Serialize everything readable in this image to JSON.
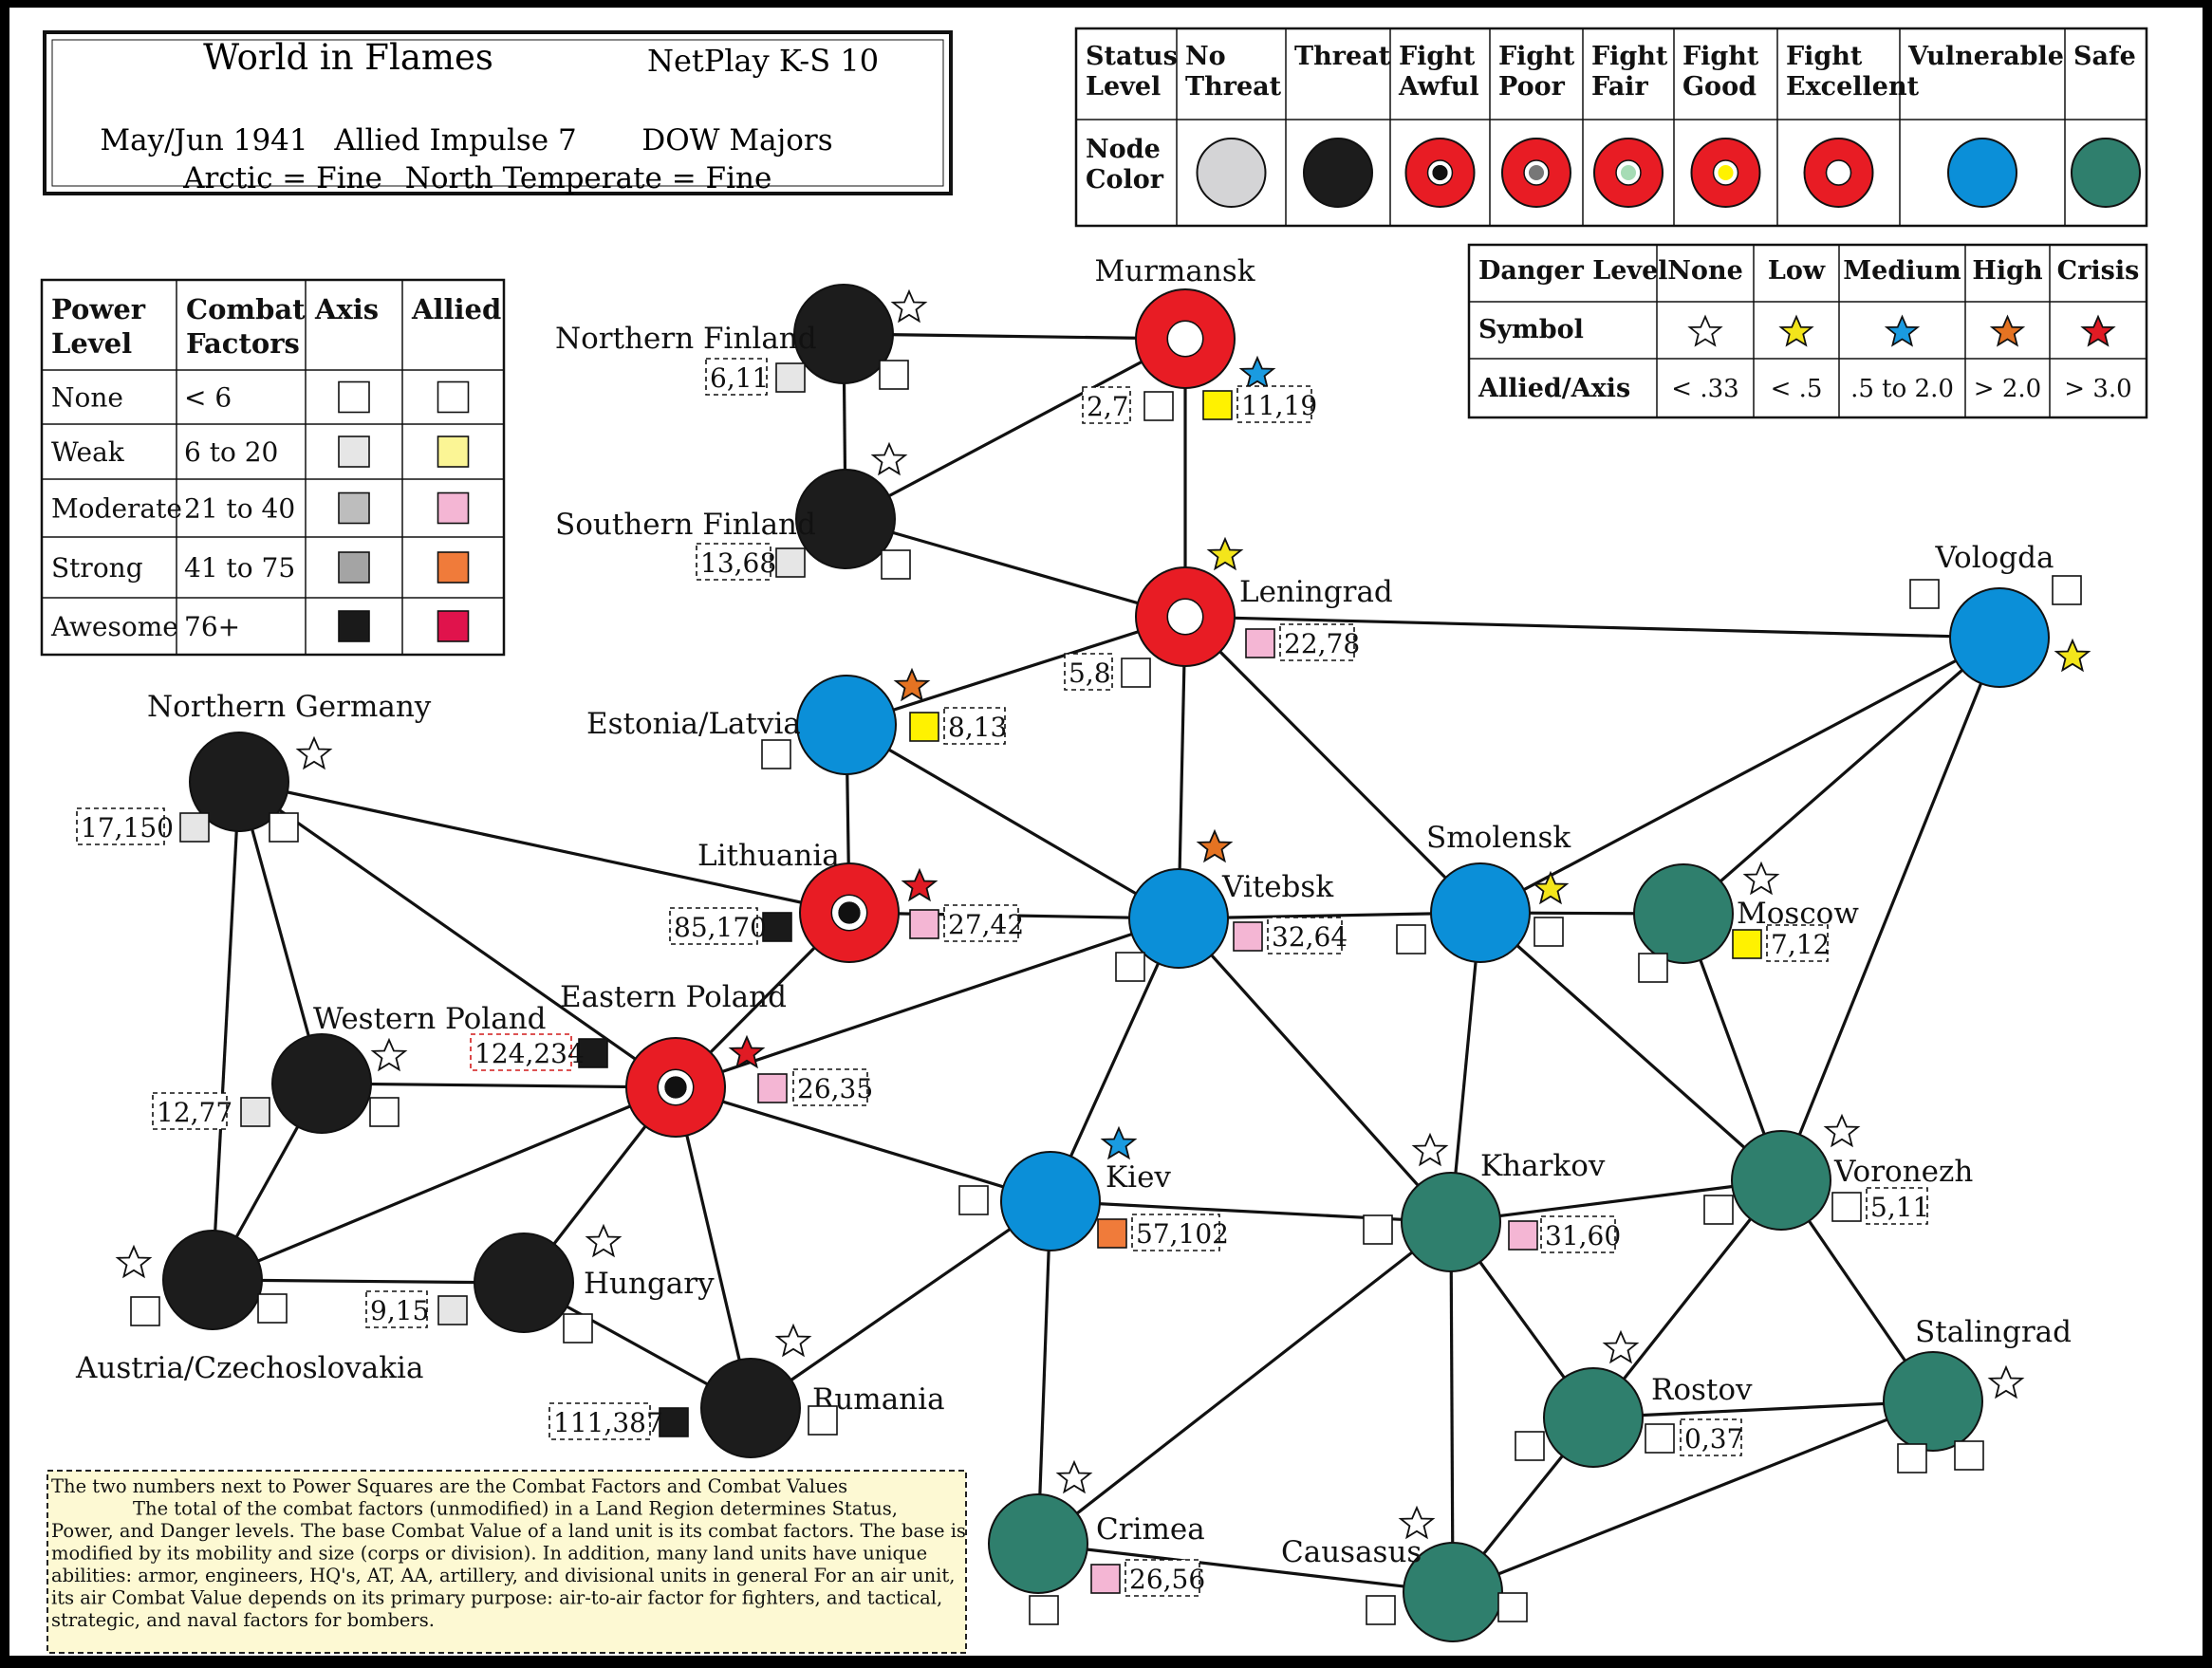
{
  "title_box": {
    "game": "World in Flames",
    "netplay": "NetPlay K-S 10",
    "date": "May/Jun 1941",
    "impulse": "Allied Impulse 7",
    "dow": "DOW Majors",
    "weather_arctic": "Arctic = Fine",
    "weather_temperate": "North Temperate = Fine"
  },
  "status_legend": {
    "row1_label": [
      "Status",
      "Level"
    ],
    "row2_label": [
      "Node",
      "Color"
    ],
    "columns": [
      {
        "label": [
          "No",
          "Threat"
        ],
        "node": "none"
      },
      {
        "label": [
          "Threat"
        ],
        "node": "threat"
      },
      {
        "label": [
          "Fight",
          "Awful"
        ],
        "node": "awful"
      },
      {
        "label": [
          "Fight",
          "Poor"
        ],
        "node": "poor"
      },
      {
        "label": [
          "Fight",
          "Fair"
        ],
        "node": "fair"
      },
      {
        "label": [
          "Fight",
          "Good"
        ],
        "node": "good"
      },
      {
        "label": [
          "Fight",
          "Excellent"
        ],
        "node": "excellent"
      },
      {
        "label": [
          "Vulnerable"
        ],
        "node": "vulnerable"
      },
      {
        "label": [
          "Safe"
        ],
        "node": "safe"
      }
    ]
  },
  "danger_legend": {
    "header": "Danger Level",
    "symbol_label": "Symbol",
    "ratio_label": "Allied/Axis",
    "columns": [
      {
        "label": "None",
        "danger": "none",
        "ratio": "< .33"
      },
      {
        "label": "Low",
        "danger": "low",
        "ratio": "< .5"
      },
      {
        "label": "Medium",
        "danger": "medium",
        "ratio": ".5 to 2.0"
      },
      {
        "label": "High",
        "danger": "high",
        "ratio": "> 2.0"
      },
      {
        "label": "Crisis",
        "danger": "crisis",
        "ratio": "> 3.0"
      }
    ]
  },
  "power_legend": {
    "headers": [
      [
        "Power",
        "Level"
      ],
      [
        "Combat",
        "Factors"
      ],
      [
        "Axis"
      ],
      [
        "Allied"
      ]
    ],
    "rows": [
      {
        "level": "None",
        "factors": "< 6",
        "axis": "none",
        "allied": "none"
      },
      {
        "level": "Weak",
        "factors": "6 to 20",
        "axis": "weak",
        "allied": "weak"
      },
      {
        "level": "Moderate",
        "factors": "21 to 40",
        "axis": "moderate",
        "allied": "moderate"
      },
      {
        "level": "Strong",
        "factors": "41 to 75",
        "axis": "strong",
        "allied": "strong"
      },
      {
        "level": "Awesome",
        "factors": "76+",
        "axis": "awesome",
        "allied": "awesome"
      }
    ]
  },
  "colors": {
    "no_threat": "#d4d4d6",
    "threat_black": "#1c1c1c",
    "fight_red": "#e81c24",
    "vulnerable_blue": "#0b8fd8",
    "safe_green": "#2f7f6d",
    "star_none": "#ffffff",
    "star_low": "#f3e51b",
    "star_medium": "#1a9be0",
    "star_high": "#e57322",
    "star_crisis": "#e01b24",
    "axis_none": "#ffffff",
    "axis_weak": "#e6e6e6",
    "axis_moderate": "#bdbdbd",
    "axis_strong": "#a4a4a4",
    "axis_awesome": "#1a1a1a",
    "allied_none": "#ffffff",
    "allied_weak": "#fbf595",
    "allied_moderate": "#f4b6d4",
    "allied_strong": "#f07b3a",
    "allied_awesome": "#e0134c",
    "yellow_square": "#fff200",
    "note_bg": "#fdf9d3"
  },
  "regions": [
    {
      "id": "murmansk",
      "name": "Murmansk",
      "status": "excellent",
      "danger": "medium",
      "cv": "11,19",
      "side": "allied",
      "power": "yellow"
    },
    {
      "id": "northern-finland",
      "name": "Northern Finland",
      "status": "threat",
      "danger": "none",
      "cv": "6,11",
      "side": "axis",
      "power": "weak"
    },
    {
      "id": "southern-finland",
      "name": "Southern Finland",
      "status": "threat",
      "danger": "none",
      "cv": "13,68",
      "side": "axis",
      "power": "weak"
    },
    {
      "id": "leningrad",
      "name": "Leningrad",
      "status": "excellent",
      "danger": "low",
      "cv": "22,78",
      "side": "allied",
      "power": "moderate"
    },
    {
      "id": "murmansk-axis",
      "name": "",
      "status": "",
      "danger": "",
      "cv": "2,7",
      "side": "axis",
      "power": "none"
    },
    {
      "id": "leningrad-axis",
      "name": "",
      "status": "",
      "danger": "",
      "cv": "5,8",
      "side": "axis",
      "power": "none"
    },
    {
      "id": "vologda",
      "name": "Vologda",
      "status": "vulnerable",
      "danger": "low",
      "cv": "",
      "side": "",
      "power": ""
    },
    {
      "id": "estonia-latvia",
      "name": "Estonia/Latvia",
      "status": "vulnerable",
      "danger": "high",
      "cv": "8,13",
      "side": "allied",
      "power": "yellow"
    },
    {
      "id": "northern-germany",
      "name": "Northern Germany",
      "status": "threat",
      "danger": "none",
      "cv": "17,150",
      "side": "axis",
      "power": "weak"
    },
    {
      "id": "lithuania",
      "name": "Lithuania",
      "status": "awful",
      "danger": "crisis",
      "cv": "27,42",
      "side": "allied",
      "power": "moderate"
    },
    {
      "id": "lithuania-axis",
      "name": "",
      "status": "",
      "danger": "",
      "cv": "85,170",
      "side": "axis",
      "power": "awesome"
    },
    {
      "id": "vitebsk",
      "name": "Vitebsk",
      "status": "vulnerable",
      "danger": "high",
      "cv": "32,64",
      "side": "allied",
      "power": "moderate"
    },
    {
      "id": "smolensk",
      "name": "Smolensk",
      "status": "vulnerable",
      "danger": "low",
      "cv": "",
      "side": "",
      "power": ""
    },
    {
      "id": "moscow",
      "name": "Moscow",
      "status": "safe",
      "danger": "none",
      "cv": "7,12",
      "side": "allied",
      "power": "yellow"
    },
    {
      "id": "western-poland",
      "name": "Western Poland",
      "status": "threat",
      "danger": "none",
      "cv": "12,77",
      "side": "axis",
      "power": "weak"
    },
    {
      "id": "eastern-poland",
      "name": "Eastern Poland",
      "status": "awful",
      "danger": "crisis",
      "cv": "26,35",
      "side": "allied",
      "power": "moderate"
    },
    {
      "id": "eastern-poland-axis",
      "name": "",
      "status": "",
      "danger": "",
      "cv": "124,234",
      "side": "axis",
      "power": "awesome"
    },
    {
      "id": "kiev",
      "name": "Kiev",
      "status": "vulnerable",
      "danger": "medium",
      "cv": "57,102",
      "side": "allied",
      "power": "strong"
    },
    {
      "id": "kharkov",
      "name": "Kharkov",
      "status": "safe",
      "danger": "none",
      "cv": "31,60",
      "side": "allied",
      "power": "moderate"
    },
    {
      "id": "voronezh",
      "name": "Voronezh",
      "status": "safe",
      "danger": "none",
      "cv": "5,11",
      "side": "allied",
      "power": "none"
    },
    {
      "id": "austria-czechoslovakia",
      "name": "Austria/Czechoslovakia",
      "status": "threat",
      "danger": "none",
      "cv": "",
      "side": "",
      "power": ""
    },
    {
      "id": "hungary",
      "name": "Hungary",
      "status": "threat",
      "danger": "none",
      "cv": "9,15",
      "side": "axis",
      "power": "weak"
    },
    {
      "id": "rumania",
      "name": "Rumania",
      "status": "threat",
      "danger": "none",
      "cv": "111,387",
      "side": "axis",
      "power": "awesome"
    },
    {
      "id": "stalingrad",
      "name": "Stalingrad",
      "status": "safe",
      "danger": "none",
      "cv": "",
      "side": "",
      "power": ""
    },
    {
      "id": "rostov",
      "name": "Rostov",
      "status": "safe",
      "danger": "none",
      "cv": "0,37",
      "side": "allied",
      "power": "none"
    },
    {
      "id": "crimea",
      "name": "Crimea",
      "status": "safe",
      "danger": "none",
      "cv": "26,56",
      "side": "allied",
      "power": "moderate"
    },
    {
      "id": "causasus",
      "name": "Causasus",
      "status": "safe",
      "danger": "none",
      "cv": "",
      "side": "",
      "power": ""
    }
  ],
  "connections": [
    [
      "northern-finland",
      "murmansk"
    ],
    [
      "northern-finland",
      "southern-finland"
    ],
    [
      "southern-finland",
      "murmansk"
    ],
    [
      "southern-finland",
      "leningrad"
    ],
    [
      "murmansk",
      "leningrad"
    ],
    [
      "leningrad",
      "vologda"
    ],
    [
      "leningrad",
      "estonia-latvia"
    ],
    [
      "leningrad",
      "vitebsk"
    ],
    [
      "leningrad",
      "smolensk"
    ],
    [
      "estonia-latvia",
      "lithuania"
    ],
    [
      "estonia-latvia",
      "vitebsk"
    ],
    [
      "northern-germany",
      "lithuania"
    ],
    [
      "northern-germany",
      "western-poland"
    ],
    [
      "northern-germany",
      "austria-czechoslovakia"
    ],
    [
      "northern-germany",
      "eastern-poland"
    ],
    [
      "lithuania",
      "eastern-poland"
    ],
    [
      "lithuania",
      "vitebsk"
    ],
    [
      "western-poland",
      "eastern-poland"
    ],
    [
      "western-poland",
      "austria-czechoslovakia"
    ],
    [
      "eastern-poland",
      "vitebsk"
    ],
    [
      "eastern-poland",
      "kiev"
    ],
    [
      "eastern-poland",
      "austria-czechoslovakia"
    ],
    [
      "eastern-poland",
      "hungary"
    ],
    [
      "eastern-poland",
      "rumania"
    ],
    [
      "austria-czechoslovakia",
      "hungary"
    ],
    [
      "hungary",
      "rumania"
    ],
    [
      "rumania",
      "kiev"
    ],
    [
      "vitebsk",
      "smolensk"
    ],
    [
      "vitebsk",
      "kiev"
    ],
    [
      "vitebsk",
      "kharkov"
    ],
    [
      "smolensk",
      "vologda"
    ],
    [
      "smolensk",
      "moscow"
    ],
    [
      "smolensk",
      "kharkov"
    ],
    [
      "smolensk",
      "voronezh"
    ],
    [
      "moscow",
      "vologda"
    ],
    [
      "moscow",
      "voronezh"
    ],
    [
      "vologda",
      "voronezh"
    ],
    [
      "kiev",
      "kharkov"
    ],
    [
      "kiev",
      "crimea"
    ],
    [
      "kharkov",
      "voronezh"
    ],
    [
      "kharkov",
      "crimea"
    ],
    [
      "kharkov",
      "rostov"
    ],
    [
      "kharkov",
      "causasus"
    ],
    [
      "voronezh",
      "rostov"
    ],
    [
      "voronezh",
      "stalingrad"
    ],
    [
      "rostov",
      "stalingrad"
    ],
    [
      "rostov",
      "causasus"
    ],
    [
      "stalingrad",
      "causasus"
    ],
    [
      "crimea",
      "causasus"
    ]
  ],
  "note": {
    "lines": [
      "The two numbers next to Power Squares are the Combat Factors and Combat Values",
      "The total of the combat factors (unmodified) in a Land Region determines Status,",
      "Power, and Danger levels.  The base Combat Value of a land unit is its combat factors.  The base is",
      "modified by its mobility and size (corps or division).  In addition, many land units have unique",
      "abilities: armor, engineers, HQ's, AT, AA, artillery, and divisional units in general  For an air unit,",
      "its air Combat Value depends on its primary purpose: air-to-air factor for fighters, and tactical,",
      "strategic, and naval factors for bombers."
    ]
  }
}
